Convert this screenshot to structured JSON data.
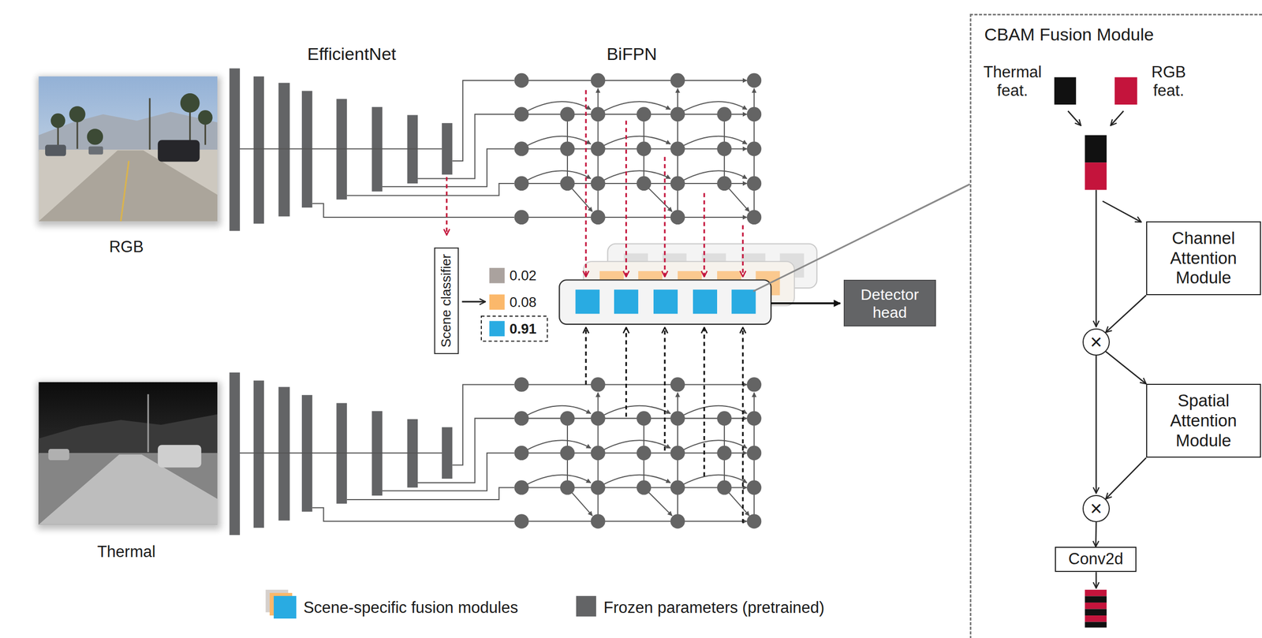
{
  "diagram": {
    "nodes": [
      {
        "text": [
          "Scene classifier"
        ]
      },
      {
        "text": [
          "Detector head"
        ]
      },
      {
        "text": [
          "CBAM Fusion Module"
        ]
      },
      {
        "text": [
          "Channel Attention Module"
        ],
        "in": 2
      },
      {
        "text": [
          "×"
        ],
        "in": 2
      },
      {
        "text": [
          "Spatial Attention Module"
        ],
        "in": 2
      },
      {
        "text": [
          "×"
        ],
        "in": 2
      },
      {
        "text": [
          "Conv2d"
        ],
        "in": 2
      }
    ],
    "edges": [
      {
        "from": 3,
        "to": 4,
        "arrow": "to"
      },
      {
        "from": 4,
        "to": 5,
        "arrow": "to"
      },
      {
        "from": 5,
        "to": 6,
        "arrow": "to"
      },
      {
        "from": 6,
        "to": 7,
        "arrow": "to"
      }
    ],
    "labels": [
      "EfficientNet",
      "BiFPN",
      "RGB",
      "Thermal",
      "0.02",
      "0.08",
      "0.91",
      "Thermal feat.",
      "RGB feat."
    ],
    "legend": [
      {
        "text": "Scene-specific fusion modules",
        "color": "#29abe2"
      },
      {
        "text": "Frozen parameters (pretrained)",
        "color": "#636466"
      }
    ]
  }
}
